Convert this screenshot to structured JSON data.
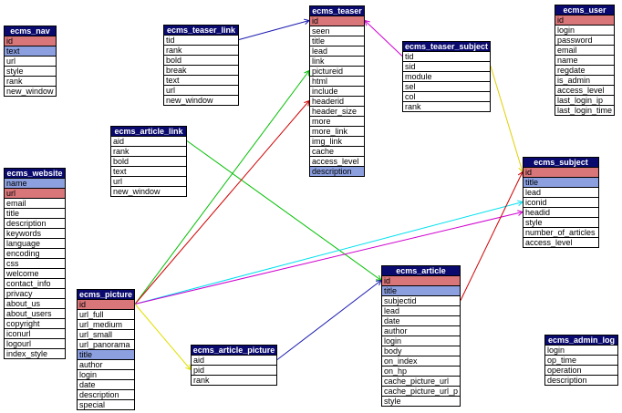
{
  "tables": [
    {
      "id": "ecms_nav",
      "name": "ecms_nav",
      "fields": [
        "id",
        "text",
        "url",
        "style",
        "rank",
        "new_window"
      ],
      "highlight": {
        "id": "pk",
        "text": "title"
      }
    },
    {
      "id": "ecms_teaser_link",
      "name": "ecms_teaser_link",
      "fields": [
        "tid",
        "rank",
        "bold",
        "break",
        "text",
        "url",
        "new_window"
      ],
      "highlight": {}
    },
    {
      "id": "ecms_teaser",
      "name": "ecms_teaser",
      "fields": [
        "id",
        "seen",
        "title",
        "lead",
        "link",
        "pictureid",
        "html",
        "include",
        "headerid",
        "header_size",
        "more",
        "more_link",
        "img_link",
        "cache",
        "access_level",
        "description"
      ],
      "highlight": {
        "id": "pk",
        "description": "title"
      }
    },
    {
      "id": "ecms_teaser_subject",
      "name": "ecms_teaser_subject",
      "fields": [
        "tid",
        "sid",
        "module",
        "sel",
        "col",
        "rank"
      ],
      "highlight": {}
    },
    {
      "id": "ecms_user",
      "name": "ecms_user",
      "fields": [
        "id",
        "login",
        "password",
        "email",
        "name",
        "regdate",
        "is_admin",
        "access_level",
        "last_login_ip",
        "last_login_time"
      ],
      "highlight": {
        "id": "pk"
      }
    },
    {
      "id": "ecms_article_link",
      "name": "ecms_article_link",
      "fields": [
        "aid",
        "rank",
        "bold",
        "text",
        "url",
        "new_window"
      ],
      "highlight": {}
    },
    {
      "id": "ecms_website",
      "name": "ecms_website",
      "fields": [
        "name",
        "url",
        "email",
        "title",
        "description",
        "keywords",
        "language",
        "encoding",
        "css",
        "welcome",
        "contact_info",
        "privacy",
        "about_us",
        "about_users",
        "copyright",
        "iconurl",
        "logourl",
        "index_style"
      ],
      "highlight": {
        "name": "title",
        "url": "pk"
      }
    },
    {
      "id": "ecms_subject",
      "name": "ecms_subject",
      "fields": [
        "id",
        "title",
        "lead",
        "iconid",
        "headid",
        "style",
        "number_of_articles",
        "access_level"
      ],
      "highlight": {
        "id": "pk",
        "title": "title"
      }
    },
    {
      "id": "ecms_article",
      "name": "ecms_article",
      "fields": [
        "id",
        "title",
        "subjectid",
        "lead",
        "date",
        "author",
        "login",
        "body",
        "on_index",
        "on_hp",
        "cache_picture_url",
        "cache_picture_url_p",
        "style"
      ],
      "highlight": {
        "id": "pk",
        "title": "title"
      }
    },
    {
      "id": "ecms_picture",
      "name": "ecms_picture",
      "fields": [
        "id",
        "url_full",
        "url_medium",
        "url_small",
        "url_panorama",
        "title",
        "author",
        "login",
        "date",
        "description",
        "special"
      ],
      "highlight": {
        "id": "pk",
        "title": "title"
      }
    },
    {
      "id": "ecms_article_picture",
      "name": "ecms_article_picture",
      "fields": [
        "aid",
        "pid",
        "rank"
      ],
      "highlight": {}
    },
    {
      "id": "ecms_admin_log",
      "name": "ecms_admin_log",
      "fields": [
        "login",
        "op_time",
        "operation",
        "description"
      ],
      "highlight": {}
    }
  ],
  "relations": [
    {
      "from": "ecms_teaser_link",
      "from_field": "tid",
      "to": "ecms_teaser",
      "to_field": "id",
      "color": "#1a1ab0"
    },
    {
      "from": "ecms_teaser_subject",
      "from_field": "tid",
      "to": "ecms_teaser",
      "to_field": "id",
      "color": "#d000d0"
    },
    {
      "from": "ecms_teaser_subject",
      "from_field": "sid",
      "to": "ecms_subject",
      "to_field": "id",
      "color": "#e0d000"
    },
    {
      "from": "ecms_article_link",
      "from_field": "aid",
      "to": "ecms_article",
      "to_field": "id",
      "color": "#00c000"
    },
    {
      "from": "ecms_picture",
      "from_field": "id",
      "to": "ecms_teaser",
      "to_field": "pictureid",
      "color": "#00c000"
    },
    {
      "from": "ecms_picture",
      "from_field": "id",
      "to": "ecms_teaser",
      "to_field": "headerid",
      "color": "#d00000"
    },
    {
      "from": "ecms_picture",
      "from_field": "id",
      "to": "ecms_subject",
      "to_field": "iconid",
      "color": "#00e0f0"
    },
    {
      "from": "ecms_picture",
      "from_field": "id",
      "to": "ecms_subject",
      "to_field": "headid",
      "color": "#d000d0"
    },
    {
      "from": "ecms_picture",
      "from_field": "id",
      "to": "ecms_article_picture",
      "to_field": "pid",
      "color": "#e0e000"
    },
    {
      "from": "ecms_article_picture",
      "from_field": "aid",
      "to": "ecms_article",
      "to_field": "id",
      "color": "#1a1ab0"
    },
    {
      "from": "ecms_article",
      "from_field": "subjectid",
      "to": "ecms_subject",
      "to_field": "id",
      "color": "#d00000"
    }
  ]
}
